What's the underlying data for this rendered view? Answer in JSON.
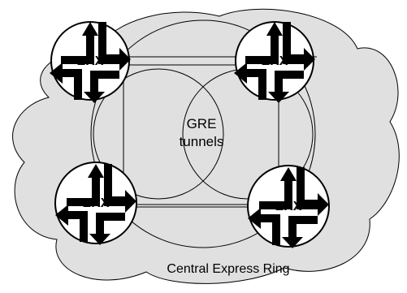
{
  "diagram": {
    "tunnels_label_line1": "GRE",
    "tunnels_label_line2": "tunnels",
    "ring_label": "Central Express Ring",
    "routers": [
      {
        "id": "top-left",
        "label": "ERX"
      },
      {
        "id": "top-right",
        "label": "ERX"
      },
      {
        "id": "bottom-left",
        "label": "ERX"
      },
      {
        "id": "bottom-right",
        "label": "ERX"
      }
    ],
    "colors": {
      "cloud_fill": "#e0e0e0",
      "line": "#000000",
      "router_fill": "#ffffff"
    }
  }
}
